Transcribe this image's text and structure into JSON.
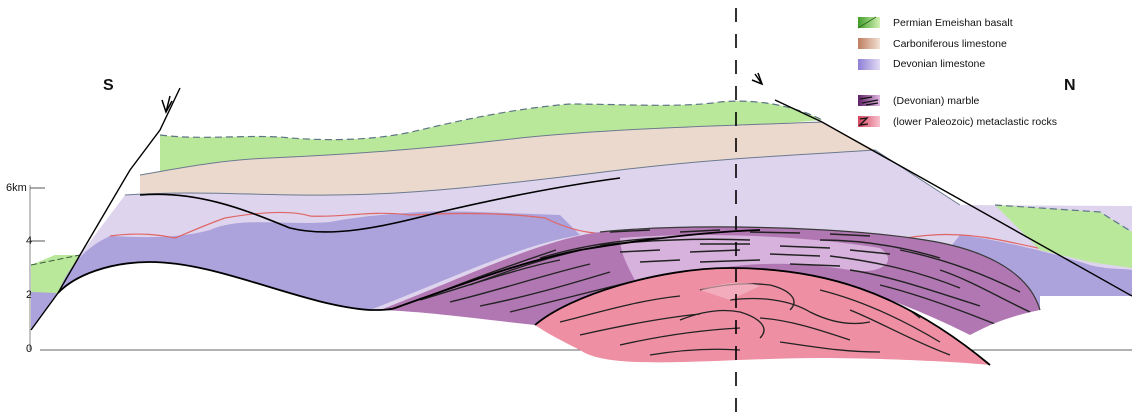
{
  "direction_labels": {
    "south": "S",
    "north": "N"
  },
  "depth_axis": {
    "ticks": [
      {
        "label": "6km",
        "value": 6
      },
      {
        "label": "4",
        "value": 4
      },
      {
        "label": "2",
        "value": 2
      },
      {
        "label": "0",
        "value": 0
      }
    ]
  },
  "legend": [
    {
      "label": "Permian Emeishan basalt",
      "color": "#8fd36a"
    },
    {
      "label": "Carboniferous limestone",
      "color": "#d8aa98"
    },
    {
      "label": "Devonian limestone",
      "color": "#a89be0"
    },
    {
      "label": "(Devonian) marble",
      "color": "#8a3d8e"
    },
    {
      "label": "(lower Paleozoic) metaclastic rocks",
      "color": "#ea6c84"
    }
  ],
  "colors": {
    "basalt": "#b9e89a",
    "carboniferous": "#ecd9cd",
    "carboniferous_upper": "#f2e4d8",
    "devonian_light": "#ded4ee",
    "devonian": "#aca2dc",
    "marble": "#b177b3",
    "marble_dark": "#93569a",
    "metaclastic": "#ee8fa3",
    "contact_red": "#e06666"
  }
}
